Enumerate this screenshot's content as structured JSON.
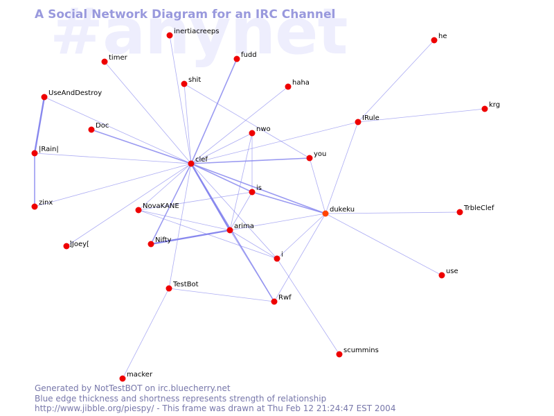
{
  "watermark": "#anynet",
  "title": "A Social Network Diagram for an IRC Channel",
  "footer": {
    "line1": "Generated by NotTestBOT on irc.bluecherry.net",
    "line2": "Blue edge thickness and shortness represents strength of relationship",
    "line3": "http://www.jibble.org/piespy/ - This frame was drawn at Thu Feb 12 21:24:47 EST 2004"
  },
  "colors": {
    "background": "#ffffff",
    "node": "#ee0000",
    "node_highlight": "#ff4400",
    "edge": "#8888ee",
    "title": "#9999dd",
    "watermark": "#eeeefd",
    "footer": "#7777aa"
  },
  "nodes": [
    {
      "id": "inertiacreeps",
      "label": "inertiacreeps"
    },
    {
      "id": "he",
      "label": "he"
    },
    {
      "id": "timer",
      "label": "timer"
    },
    {
      "id": "fudd",
      "label": "fudd"
    },
    {
      "id": "shit",
      "label": "shit"
    },
    {
      "id": "haha",
      "label": "haha"
    },
    {
      "id": "UseAndDestroy",
      "label": "UseAndDestroy"
    },
    {
      "id": "krg",
      "label": "krg"
    },
    {
      "id": "IRule",
      "label": "IRule"
    },
    {
      "id": "Doc",
      "label": "Doc"
    },
    {
      "id": "nwo",
      "label": "nwo"
    },
    {
      "id": "IRain",
      "label": "|Rain|"
    },
    {
      "id": "you",
      "label": "you"
    },
    {
      "id": "clef",
      "label": "clef"
    },
    {
      "id": "is",
      "label": "is"
    },
    {
      "id": "zinx",
      "label": "zinx"
    },
    {
      "id": "NovaKANE",
      "label": "NovaKANE"
    },
    {
      "id": "dukeku",
      "label": "dukeku",
      "highlight": true
    },
    {
      "id": "TrbleClef",
      "label": "TrbleClef"
    },
    {
      "id": "arima",
      "label": "arima"
    },
    {
      "id": "Nifty",
      "label": "Nifty"
    },
    {
      "id": "JJoey",
      "label": "]Joey["
    },
    {
      "id": "i",
      "label": "i"
    },
    {
      "id": "use",
      "label": "use"
    },
    {
      "id": "TestBot",
      "label": "TestBot"
    },
    {
      "id": "Rwf",
      "label": "Rwf"
    },
    {
      "id": "scummins",
      "label": "scummins"
    },
    {
      "id": "macker",
      "label": "macker"
    }
  ],
  "edges": [
    {
      "from": "UseAndDestroy",
      "to": "IRain",
      "weight": 3
    },
    {
      "from": "IRain",
      "to": "zinx",
      "weight": 2
    },
    {
      "from": "UseAndDestroy",
      "to": "clef",
      "weight": 1
    },
    {
      "from": "IRain",
      "to": "clef",
      "weight": 1
    },
    {
      "from": "zinx",
      "to": "clef",
      "weight": 1
    },
    {
      "from": "JJoey",
      "to": "clef",
      "weight": 1
    },
    {
      "from": "Doc",
      "to": "clef",
      "weight": 2
    },
    {
      "from": "timer",
      "to": "clef",
      "weight": 1
    },
    {
      "from": "inertiacreeps",
      "to": "clef",
      "weight": 1
    },
    {
      "from": "fudd",
      "to": "clef",
      "weight": 2
    },
    {
      "from": "shit",
      "to": "clef",
      "weight": 1
    },
    {
      "from": "shit",
      "to": "you",
      "weight": 1
    },
    {
      "from": "haha",
      "to": "clef",
      "weight": 1
    },
    {
      "from": "nwo",
      "to": "clef",
      "weight": 1
    },
    {
      "from": "nwo",
      "to": "arima",
      "weight": 1
    },
    {
      "from": "nwo",
      "to": "is",
      "weight": 1
    },
    {
      "from": "you",
      "to": "clef",
      "weight": 2
    },
    {
      "from": "you",
      "to": "dukeku",
      "weight": 1
    },
    {
      "from": "IRule",
      "to": "clef",
      "weight": 1
    },
    {
      "from": "IRule",
      "to": "he",
      "weight": 1
    },
    {
      "from": "IRule",
      "to": "krg",
      "weight": 1
    },
    {
      "from": "IRule",
      "to": "dukeku",
      "weight": 1
    },
    {
      "from": "clef",
      "to": "is",
      "weight": 2
    },
    {
      "from": "clef",
      "to": "dukeku",
      "weight": 2
    },
    {
      "from": "clef",
      "to": "NovaKANE",
      "weight": 1
    },
    {
      "from": "clef",
      "to": "Nifty",
      "weight": 2
    },
    {
      "from": "clef",
      "to": "arima",
      "weight": 3
    },
    {
      "from": "clef",
      "to": "i",
      "weight": 1
    },
    {
      "from": "clef",
      "to": "Rwf",
      "weight": 2
    },
    {
      "from": "clef",
      "to": "TestBot",
      "weight": 1
    },
    {
      "from": "is",
      "to": "dukeku",
      "weight": 2
    },
    {
      "from": "is",
      "to": "NovaKANE",
      "weight": 1
    },
    {
      "from": "is",
      "to": "arima",
      "weight": 1
    },
    {
      "from": "NovaKANE",
      "to": "arima",
      "weight": 1
    },
    {
      "from": "NovaKANE",
      "to": "i",
      "weight": 1
    },
    {
      "from": "arima",
      "to": "dukeku",
      "weight": 1
    },
    {
      "from": "arima",
      "to": "Nifty",
      "weight": 3
    },
    {
      "from": "arima",
      "to": "Rwf",
      "weight": 1
    },
    {
      "from": "arima",
      "to": "i",
      "weight": 1
    },
    {
      "from": "dukeku",
      "to": "TrbleClef",
      "weight": 1
    },
    {
      "from": "dukeku",
      "to": "use",
      "weight": 1
    },
    {
      "from": "dukeku",
      "to": "i",
      "weight": 1
    },
    {
      "from": "dukeku",
      "to": "Rwf",
      "weight": 1
    },
    {
      "from": "i",
      "to": "scummins",
      "weight": 1
    },
    {
      "from": "TestBot",
      "to": "Rwf",
      "weight": 1
    },
    {
      "from": "TestBot",
      "to": "macker",
      "weight": 1
    }
  ]
}
